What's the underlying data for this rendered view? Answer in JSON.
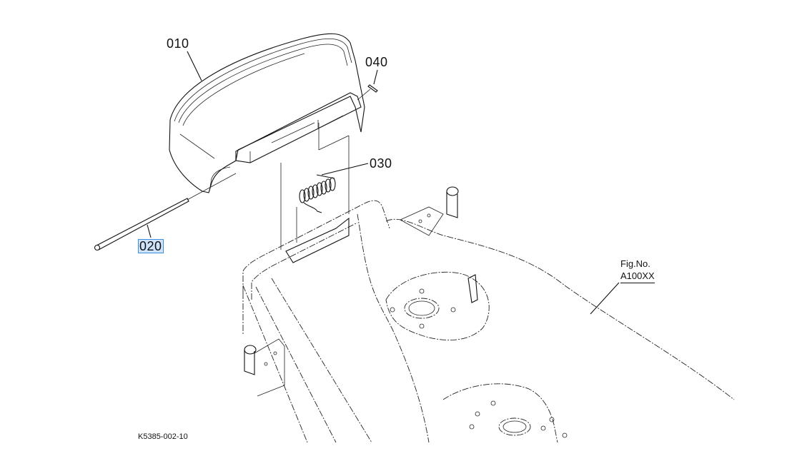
{
  "diagram": {
    "title": "Seat / Cover Assembly Parts Diagram",
    "callouts": [
      {
        "id": "010",
        "label": "010",
        "part": "cover"
      },
      {
        "id": "020",
        "label": "020",
        "part": "pin",
        "selected": true
      },
      {
        "id": "030",
        "label": "030",
        "part": "spring"
      },
      {
        "id": "040",
        "label": "040",
        "part": "clip"
      }
    ],
    "figure_reference": {
      "prefix": "Fig.No.",
      "code": "A100XX"
    },
    "drawing_id": "K5385-002-10"
  },
  "colors": {
    "line": "#111111",
    "background": "#ffffff",
    "selection_fill": "#cfe3fb",
    "selection_border": "#3d8fe0"
  }
}
